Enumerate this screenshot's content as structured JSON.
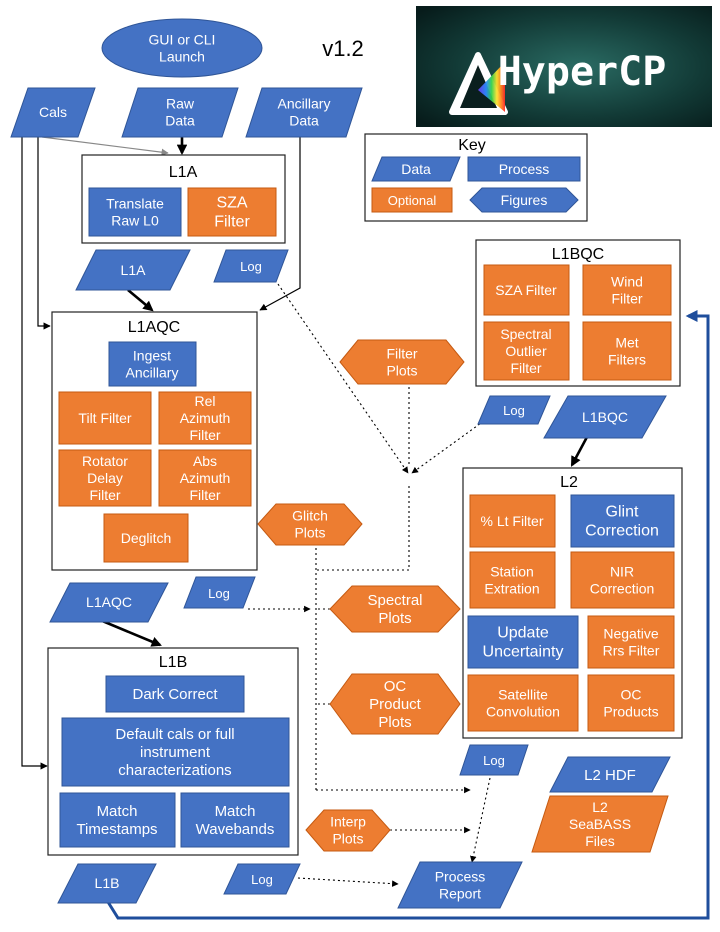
{
  "version": "v1.2",
  "logo": {
    "text": "HyperCP"
  },
  "launch": [
    "GUI or CLI",
    "Launch"
  ],
  "inputs": {
    "cals": [
      "Cals"
    ],
    "raw": [
      "Raw",
      "Data"
    ],
    "ancillary": [
      "Ancillary",
      "Data"
    ]
  },
  "key": {
    "title": "Key",
    "data": [
      "Data"
    ],
    "process": [
      "Process"
    ],
    "optional": [
      "Optional"
    ],
    "figures": [
      "Figures"
    ]
  },
  "l1a": {
    "title": "L1A",
    "translate": [
      "Translate",
      "Raw L0"
    ],
    "sza": [
      "SZA",
      "Filter"
    ],
    "out": [
      "L1A"
    ],
    "log": [
      "Log"
    ]
  },
  "l1aqc": {
    "title": "L1AQC",
    "ingest": [
      "Ingest",
      "Ancillary"
    ],
    "tilt": [
      "Tilt Filter"
    ],
    "relaz": [
      "Rel",
      "Azimuth",
      "Filter"
    ],
    "rotator": [
      "Rotator",
      "Delay",
      "Filter"
    ],
    "absaz": [
      "Abs",
      "Azimuth",
      "Filter"
    ],
    "deglitch": [
      "Deglitch"
    ],
    "out": [
      "L1AQC"
    ],
    "log": [
      "Log"
    ]
  },
  "l1b": {
    "title": "L1B",
    "dark": [
      "Dark Correct"
    ],
    "cals": [
      "Default cals or full",
      "instrument",
      "characterizations"
    ],
    "timestamps": [
      "Match",
      "Timestamps"
    ],
    "wavebands": [
      "Match",
      "Wavebands"
    ],
    "out": [
      "L1B"
    ],
    "log": [
      "Log"
    ]
  },
  "l1bqc": {
    "title": "L1BQC",
    "sza": [
      "SZA Filter"
    ],
    "wind": [
      "Wind",
      "Filter"
    ],
    "spectral": [
      "Spectral",
      "Outlier",
      "Filter"
    ],
    "met": [
      "Met",
      "Filters"
    ],
    "out": [
      "L1BQC"
    ],
    "log": [
      "Log"
    ]
  },
  "l2": {
    "title": "L2",
    "lt": [
      "% Lt Filter"
    ],
    "glint": [
      "Glint",
      "Correction"
    ],
    "station": [
      "Station",
      "Extration"
    ],
    "nir": [
      "NIR",
      "Correction"
    ],
    "uncert": [
      "Update",
      "Uncertainty"
    ],
    "neg": [
      "Negative",
      "Rrs Filter"
    ],
    "satconv": [
      "Satellite",
      "Convolution"
    ],
    "oc": [
      "OC",
      "Products"
    ],
    "log": [
      "Log"
    ],
    "hdf": [
      "L2 HDF"
    ],
    "seabass": [
      "L2",
      "SeaBASS",
      "Files"
    ]
  },
  "plots": {
    "filter": [
      "Filter",
      "Plots"
    ],
    "glitch": [
      "Glitch",
      "Plots"
    ],
    "spectral": [
      "Spectral",
      "Plots"
    ],
    "oc": [
      "OC",
      "Product",
      "Plots"
    ],
    "interp": [
      "Interp",
      "Plots"
    ]
  },
  "report": [
    "Process",
    "Report"
  ]
}
